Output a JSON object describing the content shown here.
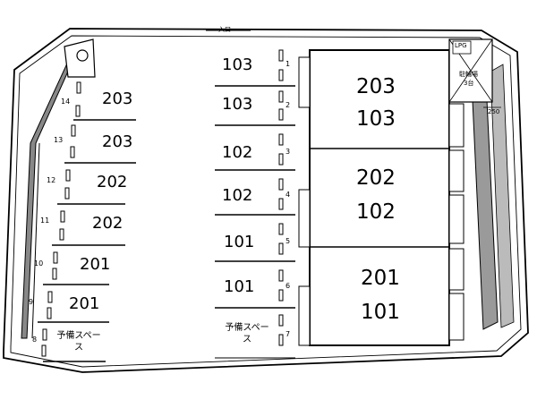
{
  "entrance": "入口",
  "lpg": "LPG",
  "bike_parking": "駐輪場",
  "bike_count": "3台",
  "dimension": "250",
  "reserve_label": "予備スペース",
  "left_slots": [
    {
      "no": "14",
      "unit": "203"
    },
    {
      "no": "13",
      "unit": "203"
    },
    {
      "no": "12",
      "unit": "202"
    },
    {
      "no": "11",
      "unit": "202"
    },
    {
      "no": "10",
      "unit": "201"
    },
    {
      "no": "9",
      "unit": "201"
    },
    {
      "no": "8",
      "unit": ""
    }
  ],
  "middle_slots": [
    {
      "no": "1",
      "unit": "103"
    },
    {
      "no": "2",
      "unit": "103"
    },
    {
      "no": "3",
      "unit": "102"
    },
    {
      "no": "4",
      "unit": "102"
    },
    {
      "no": "5",
      "unit": "101"
    },
    {
      "no": "6",
      "unit": "101"
    },
    {
      "no": "7",
      "unit": ""
    }
  ],
  "building_units": [
    {
      "upper": "203",
      "lower": "103"
    },
    {
      "upper": "202",
      "lower": "102"
    },
    {
      "upper": "201",
      "lower": "101"
    }
  ]
}
